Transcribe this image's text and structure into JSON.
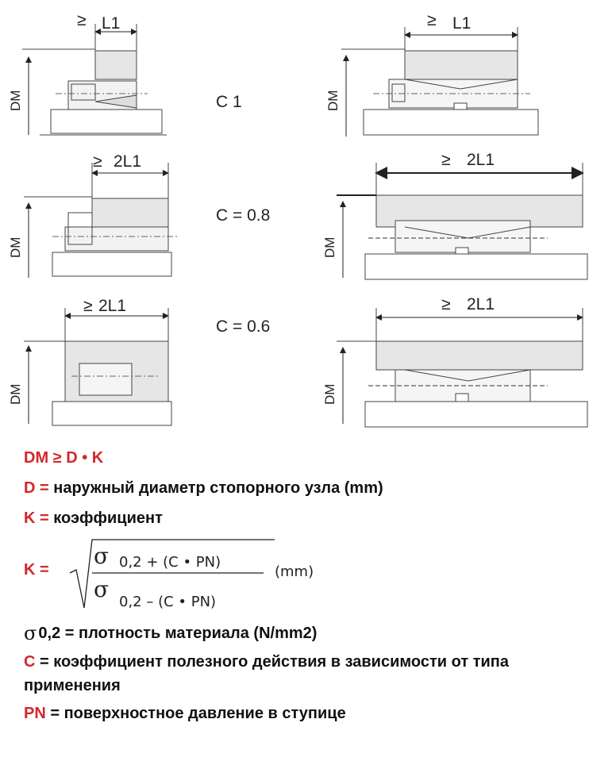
{
  "diagram": {
    "rows": [
      {
        "left_dim": "L1",
        "c_label": "C    1",
        "right_dim": "L1"
      },
      {
        "left_dim": "2L1",
        "c_label": "C = 0.8",
        "right_dim": "2L1"
      },
      {
        "left_dim": "2L1",
        "c_label": "C = 0.6",
        "right_dim": "2L1"
      }
    ],
    "ge_symbol": "≥",
    "dm_label": "DM"
  },
  "legend": {
    "dm_rule": "DM ≥ D • K",
    "d_key": "D =",
    "d_text": "наружный диаметр стопорного узла (mm)",
    "k_key": "K =",
    "k_text": "коэффициент",
    "formula": {
      "k_key": "K =",
      "sigma": "σ",
      "numerator": "0,2 + (C  •  PN)",
      "denominator": "0,2 – (C  •  PN)",
      "unit": "(mm)"
    },
    "sigma_symbol": "σ",
    "sigma_text": "0,2 = плотность материала (N/mm2)",
    "c_key": "C",
    "c_text": "= коэффициент полезного действия в зависимости от типа применения",
    "pn_key": "PN",
    "pn_text": "= поверхностное давление в ступице"
  },
  "colors": {
    "accent": "#d0282a",
    "text": "#111111"
  }
}
